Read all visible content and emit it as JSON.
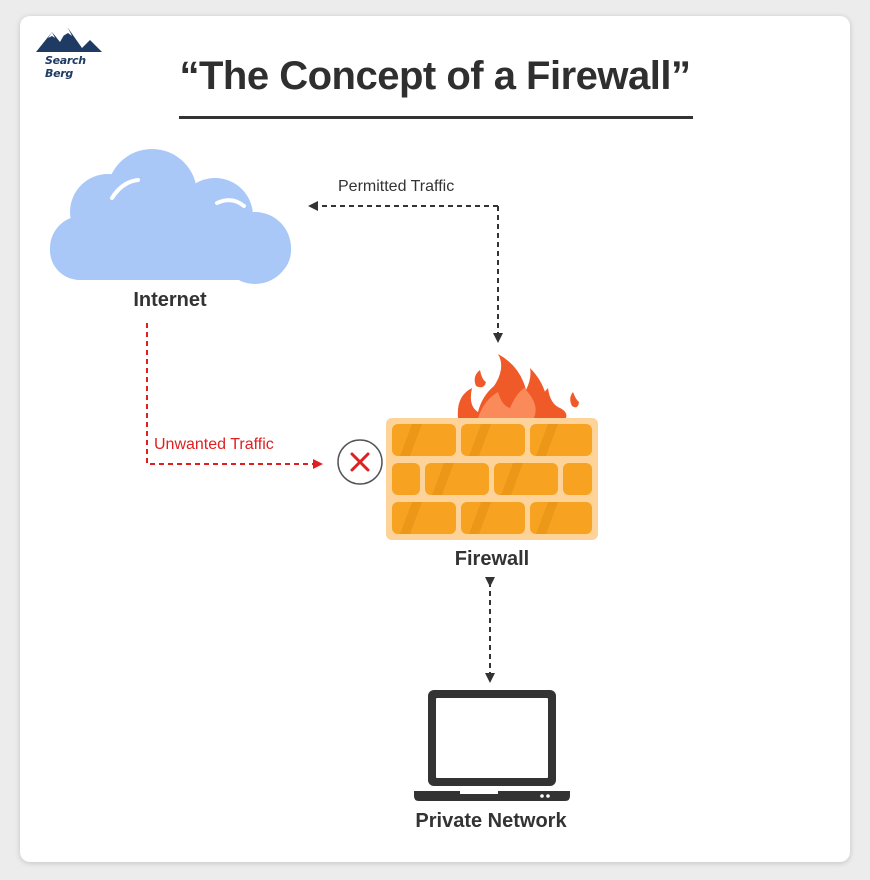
{
  "brand": {
    "logo_text": "Search Berg"
  },
  "title": "“The Concept of a Firewall”",
  "nodes": {
    "internet": "Internet",
    "firewall": "Firewall",
    "private_network": "Private Network"
  },
  "edges": {
    "permitted": "Permitted Traffic",
    "unwanted": "Unwanted Traffic"
  },
  "colors": {
    "cloud": "#a9c8f7",
    "brick": "#f7a321",
    "mortar": "#fdd39a",
    "flame": "#f05a28",
    "unwanted": "#e02020",
    "permitted": "#333333",
    "laptop": "#333333"
  }
}
